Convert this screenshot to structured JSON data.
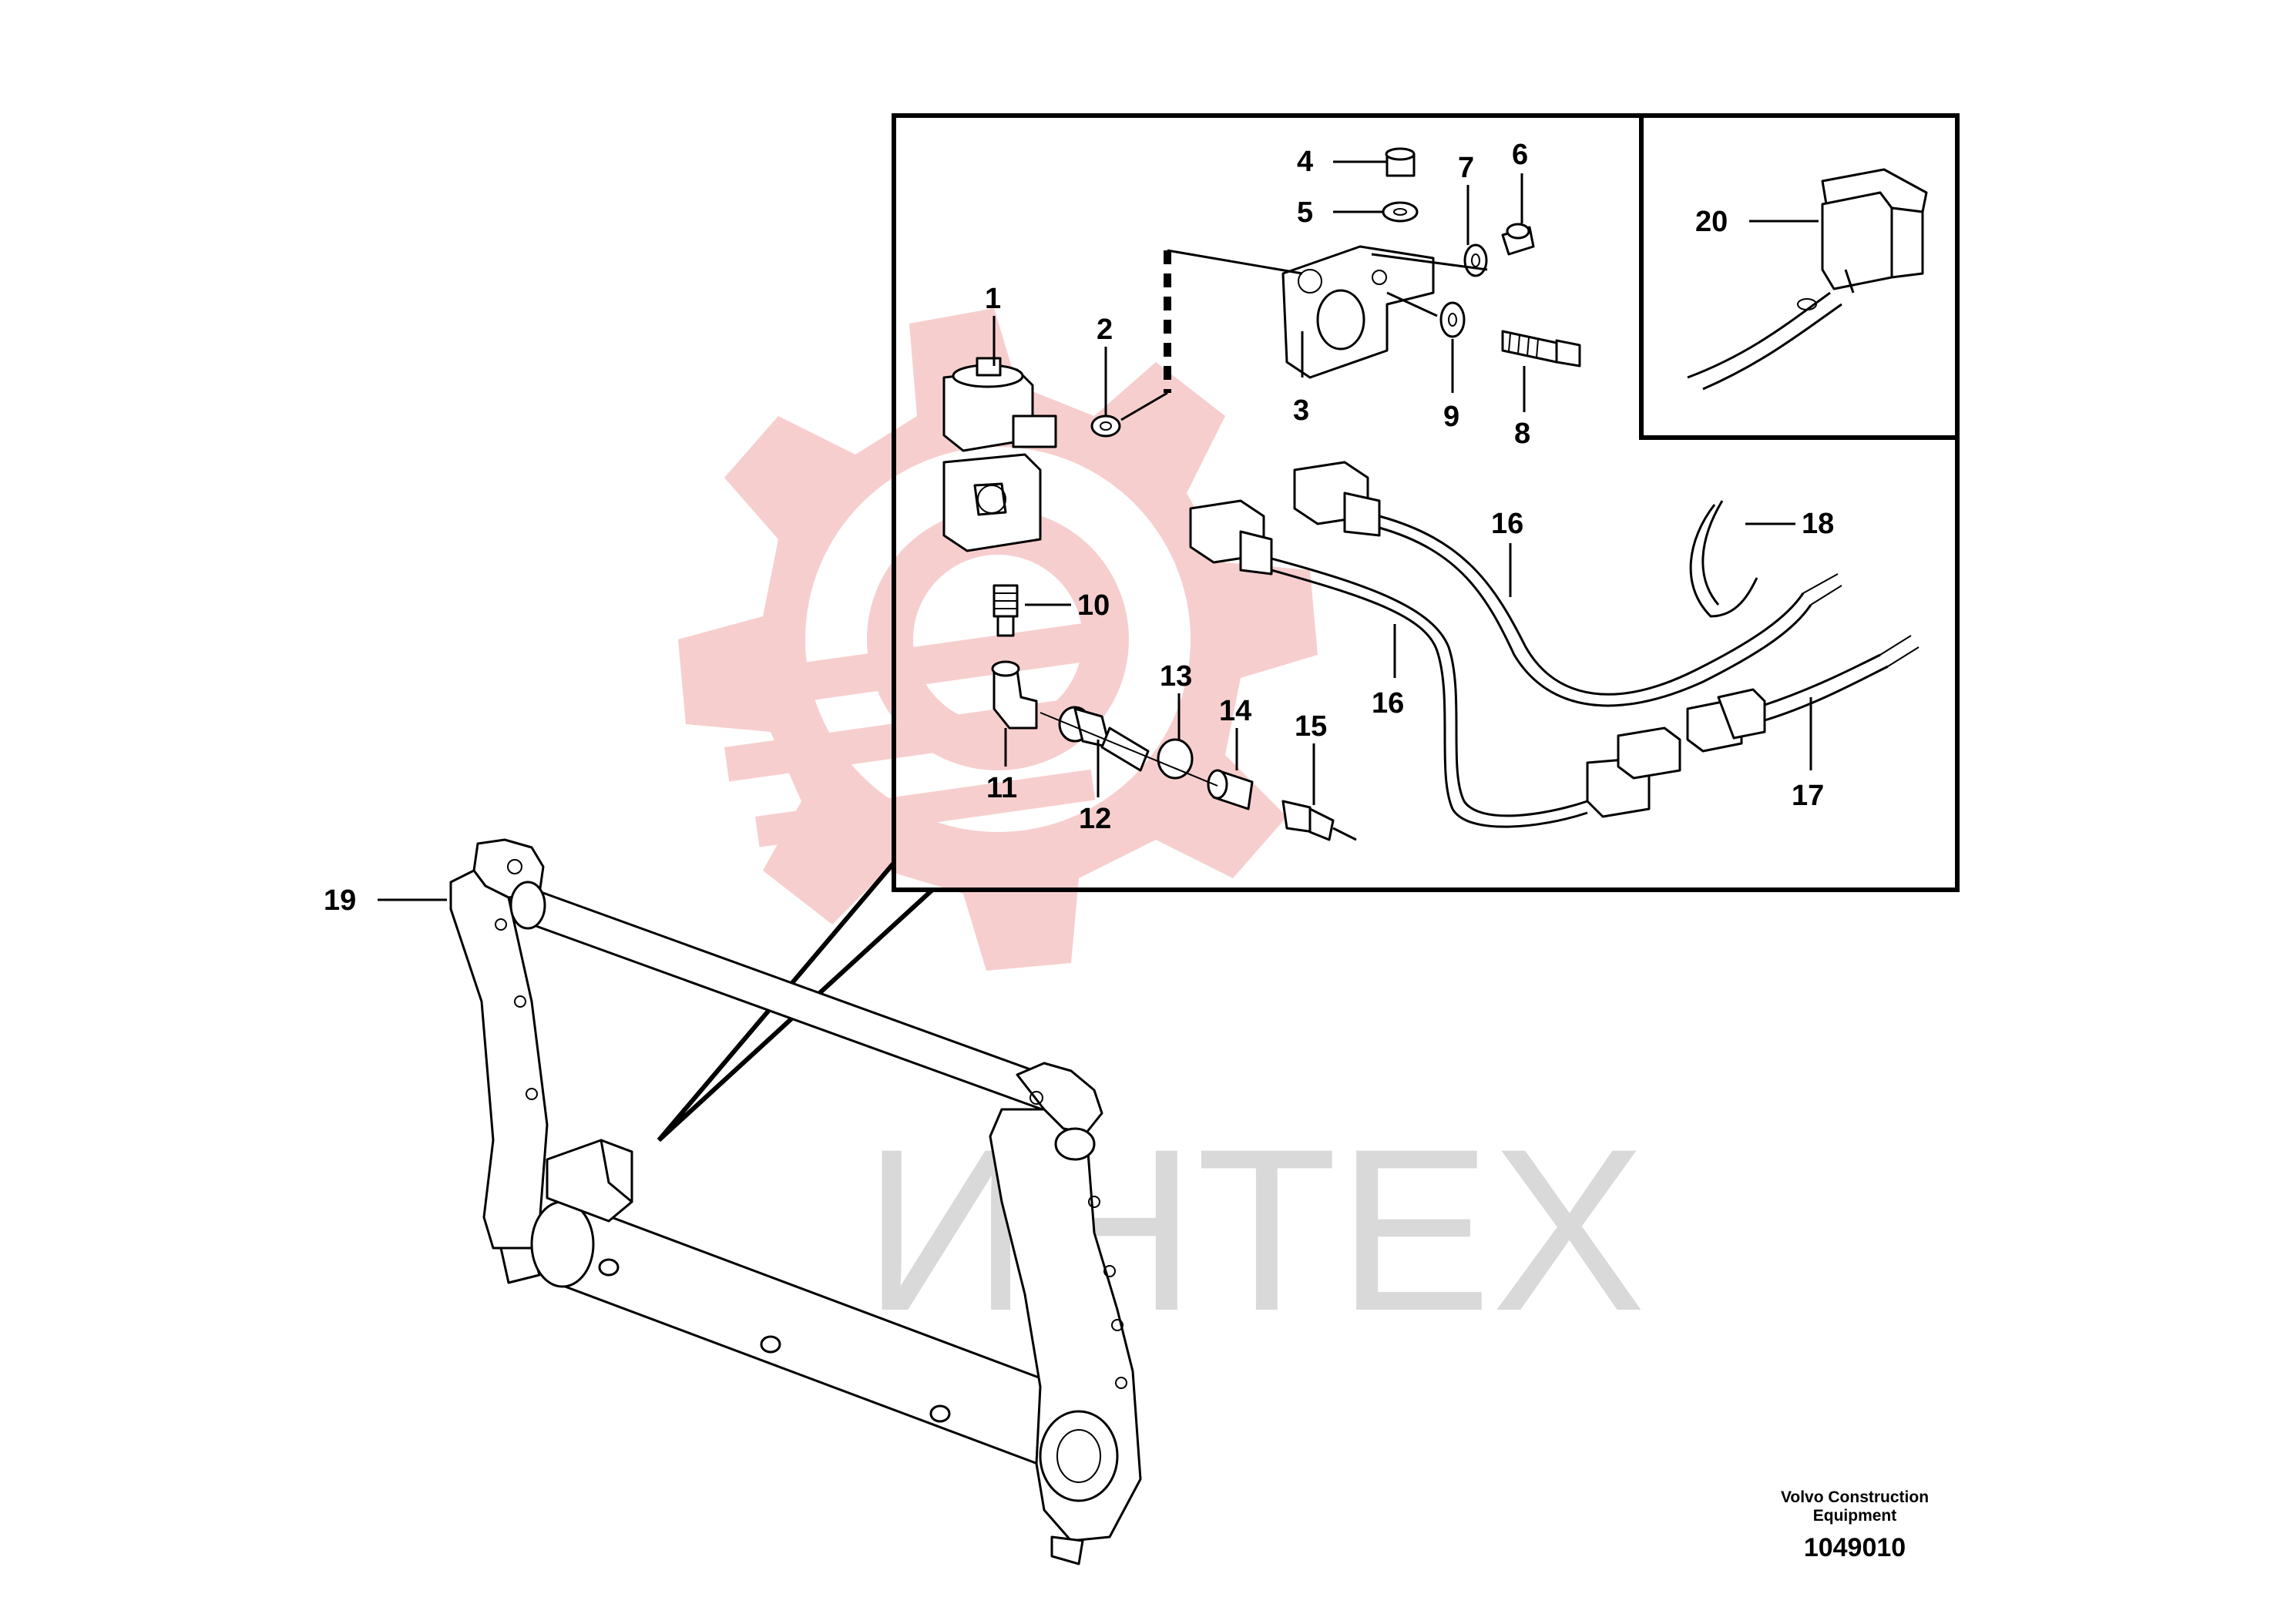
{
  "diagram": {
    "callouts": [
      {
        "id": "1",
        "text": "1"
      },
      {
        "id": "2",
        "text": "2"
      },
      {
        "id": "3",
        "text": "3"
      },
      {
        "id": "4",
        "text": "4"
      },
      {
        "id": "5",
        "text": "5"
      },
      {
        "id": "6",
        "text": "6"
      },
      {
        "id": "7",
        "text": "7"
      },
      {
        "id": "8",
        "text": "8"
      },
      {
        "id": "9",
        "text": "9"
      },
      {
        "id": "10",
        "text": "10"
      },
      {
        "id": "11",
        "text": "11"
      },
      {
        "id": "12",
        "text": "12"
      },
      {
        "id": "13",
        "text": "13"
      },
      {
        "id": "14",
        "text": "14"
      },
      {
        "id": "15",
        "text": "15"
      },
      {
        "id": "16a",
        "text": "16"
      },
      {
        "id": "16b",
        "text": "16"
      },
      {
        "id": "17",
        "text": "17"
      },
      {
        "id": "18",
        "text": "18"
      },
      {
        "id": "19",
        "text": "19"
      },
      {
        "id": "20",
        "text": "20"
      }
    ],
    "watermark_text": "ИНТЕХ"
  },
  "footer": {
    "manufacturer_line1": "Volvo Construction",
    "manufacturer_line2": "Equipment",
    "drawing_number": "1049010"
  }
}
